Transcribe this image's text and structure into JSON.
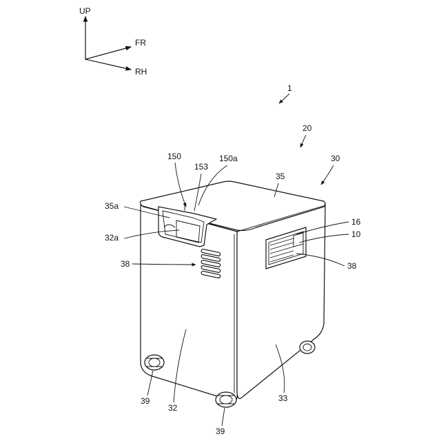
{
  "axes": {
    "up": "UP",
    "front": "FR",
    "right": "RH"
  },
  "refs": {
    "device": "1",
    "unit": "20",
    "housing": "30",
    "handle": "150",
    "handle_part": "153",
    "handle_edge": "150a",
    "top_cover": "35",
    "top_recess": "35a",
    "front_recess": "32a",
    "vent_left": "38",
    "vent_right": "38",
    "panel": "16",
    "display": "10",
    "front_face": "32",
    "side_face": "33",
    "caster_left": "39",
    "caster_bottom": "39"
  }
}
